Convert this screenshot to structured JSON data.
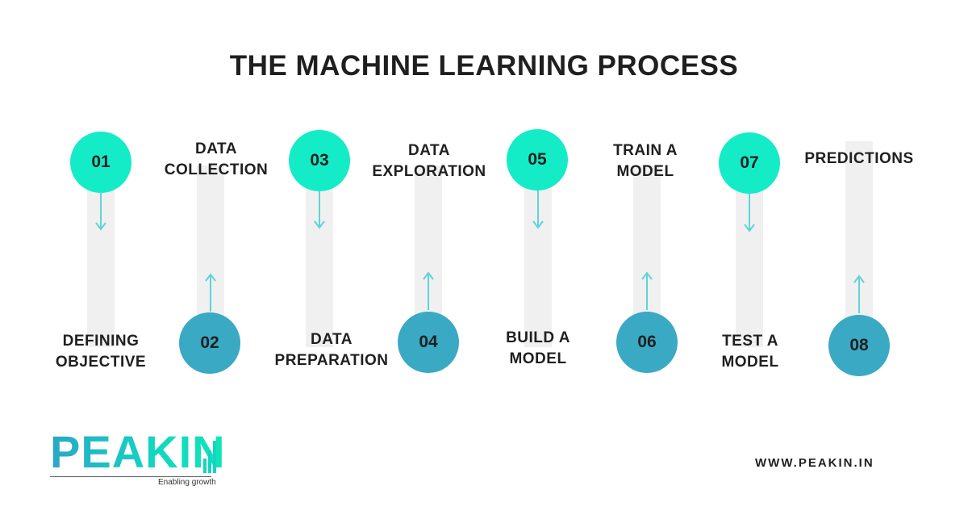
{
  "title": "THE MACHINE LEARNING PROCESS",
  "steps": [
    {
      "number": "01",
      "label_line1": "DEFINING",
      "label_line2": "OBJECTIVE",
      "position": "top"
    },
    {
      "number": "02",
      "label_line1": "DATA",
      "label_line2": "COLLECTION",
      "position": "bottom"
    },
    {
      "number": "03",
      "label_line1": "DATA",
      "label_line2": "PREPARATION",
      "position": "top"
    },
    {
      "number": "04",
      "label_line1": "DATA",
      "label_line2": "EXPLORATION",
      "position": "bottom"
    },
    {
      "number": "05",
      "label_line1": "BUILD A",
      "label_line2": "MODEL",
      "position": "top"
    },
    {
      "number": "06",
      "label_line1": "TRAIN A",
      "label_line2": "MODEL",
      "position": "bottom"
    },
    {
      "number": "07",
      "label_line1": "TEST A",
      "label_line2": "MODEL",
      "position": "top"
    },
    {
      "number": "08",
      "label_line1": "PREDICTIONS",
      "label_line2": "",
      "position": "bottom"
    }
  ],
  "logo": {
    "text": "PEAKIN",
    "tagline": "Enabling growth"
  },
  "website": "WWW.PEAKIN.IN",
  "colors": {
    "top_circle": "#14ecc8",
    "bottom_circle": "#3aa9c4",
    "track": "#f0f0f0",
    "arrow": "#5fd3d8"
  }
}
